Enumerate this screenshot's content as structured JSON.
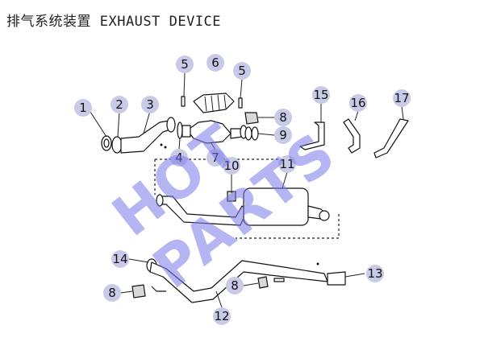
{
  "title": "排气系统装置 EXHAUST DEVICE",
  "watermark": "HOT PARTS",
  "colors": {
    "callout_fill": "#c9c9e8",
    "watermark": "#7878eb",
    "line": "#111111"
  },
  "callouts": {
    "c1": "1",
    "c2": "2",
    "c3": "3",
    "c4": "4",
    "c5a": "5",
    "c5b": "5",
    "c6": "6",
    "c7": "7",
    "c8a": "8",
    "c8b": "8",
    "c8c": "8",
    "c9": "9",
    "c10": "10",
    "c11": "11",
    "c12": "12",
    "c13": "13",
    "c14": "14",
    "c15": "15",
    "c16": "16",
    "c17": "17"
  }
}
